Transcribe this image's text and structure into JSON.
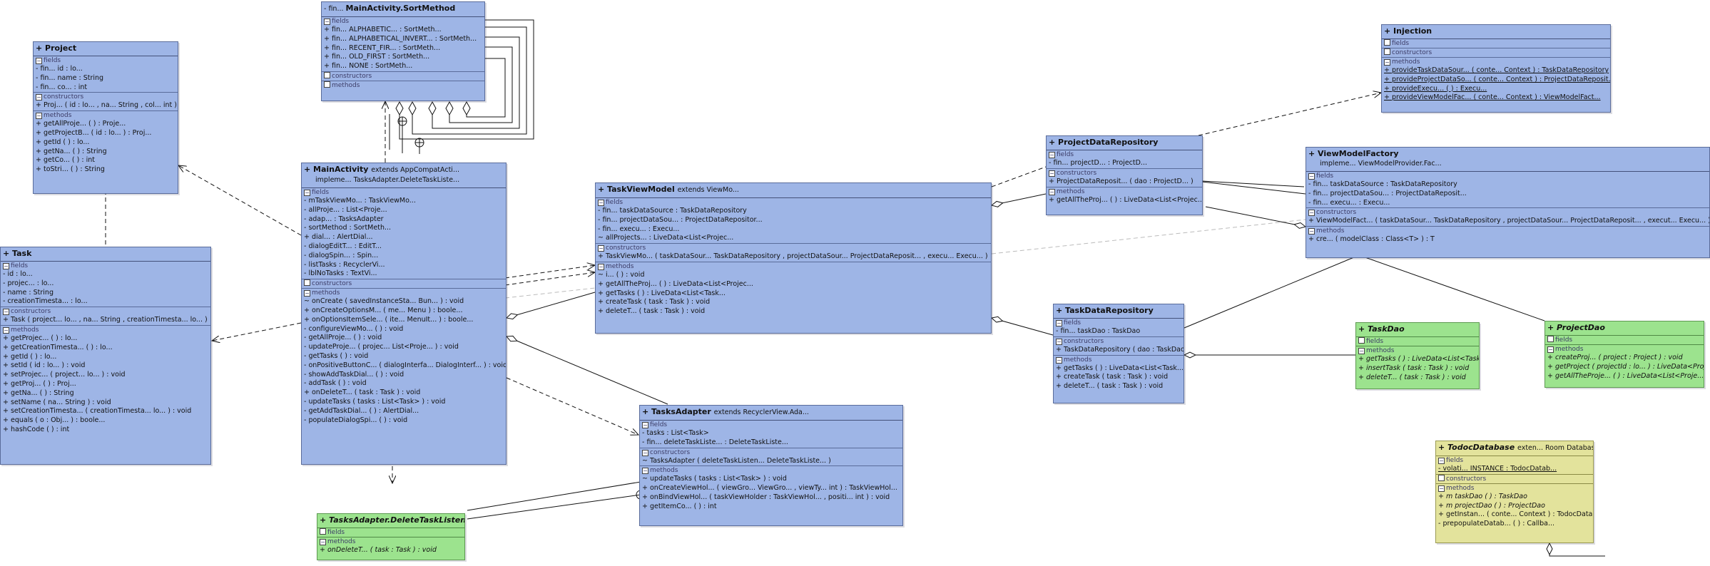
{
  "diagram": {
    "classes": [
      {
        "id": "project",
        "title": "Project",
        "ext": "",
        "sections": [
          {
            "label": "fields",
            "rows": [
              "- fin...    id : lo...",
              "- fin...    name : String",
              "- fin...    co... : int"
            ]
          },
          {
            "label": "constructors",
            "rows": [
              "+   Proj... ( id : lo...  ,  na...  String ,  col...  int )"
            ]
          },
          {
            "label": "methods",
            "rows": [
              "+   getAllProje... ( ) : Proje...",
              "+   getProjectB... ( id : lo... ) : Proj...",
              "+   getId ( ) : lo...",
              "+   getNa... ( ) : String",
              "+   getCo... ( ) : int",
              "+   toStri... ( ) : String"
            ]
          }
        ]
      },
      {
        "id": "task",
        "title": "Task",
        "ext": "",
        "sections": [
          {
            "label": "fields",
            "rows": [
              "- id : lo...",
              "- projec... : lo...",
              "- name : String",
              "- creationTimesta... : lo..."
            ]
          },
          {
            "label": "constructors",
            "rows": [
              "+ Task ( project...  lo... ,  na...  String ,  creationTimesta...  lo... )"
            ]
          },
          {
            "label": "methods",
            "rows": [
              "+ getProjec... ( ) : lo...",
              "+ getCreationTimesta... ( ) : lo...",
              "+ getId ( ) : lo...",
              "+ setId ( id : lo... ) : void",
              "+ setProjec... ( project...  lo... ) : void",
              "+ getProj... ( ) : Proj...",
              "+ getNa... ( ) : String",
              "+ setName ( na...  String ) : void",
              "+ setCreationTimesta... ( creationTimesta...  lo... ) : void",
              "+ equals ( o : Obj... ) : boole...",
              "+ hashCode ( ) : int"
            ]
          }
        ]
      },
      {
        "id": "sortmethod",
        "title": "MainActivity.SortMethod",
        "prefix": "- fin...",
        "sections": [
          {
            "label": "fields",
            "rows": [
              "+ fin...    ALPHABETIC...  : SortMeth...",
              "+ fin...    ALPHABETICAL_INVERT... : SortMeth...",
              "+ fin...    RECENT_FIR... : SortMeth...",
              "+ fin...    OLD_FIRST : SortMeth...",
              "+ fin...    NONE : SortMeth..."
            ]
          },
          {
            "label": "constructors",
            "rows": []
          },
          {
            "label": "methods",
            "rows": []
          }
        ]
      },
      {
        "id": "mainactivity",
        "title": "MainActivity",
        "ext": "extends  AppCompatActi...",
        "sub": "impleme...       TasksAdapter.DeleteTaskListe...",
        "sections": [
          {
            "label": "fields",
            "rows": [
              "- mTaskViewMo... : TaskViewMo...",
              "- allProje... : List<Proje...",
              "- adap... : TasksAdapter",
              "- sortMethod : SortMeth...",
              "+ dial... : AlertDial...",
              "- dialogEditT... : EditT...",
              "- dialogSpin... : Spin...",
              "- listTasks : RecyclerVi...",
              "- lblNoTasks : TextVi..."
            ]
          },
          {
            "label": "constructors",
            "rows": []
          },
          {
            "label": "methods",
            "rows": [
              "~  onCreate ( savedInstanceSta...   Bun... ) : void",
              "+  onCreateOptionsM... ( me...   Menu ) : boole...",
              "+  onOptionsItemSele... ( ite...   MenuIt... ) : boole...",
              "-  configureViewMo... ( ) : void",
              "-  getAllProje... ( ) : void",
              "-  updateProje... ( projec...  List<Proje... ) : void",
              "-  getTasks ( ) : void",
              "-  onPositiveButtonC... ( dialogInterfa...  DialogInterf... ) : void",
              "-  showAddTaskDial... ( ) : void",
              "-  addTask ( ) : void",
              "+  onDeleteT... ( task : Task ) : void",
              "-  updateTasks ( tasks : List<Task> ) : void",
              "-  getAddTaskDial... ( ) : AlertDial...",
              "-  populateDialogSpi... ( ) : void"
            ]
          }
        ]
      },
      {
        "id": "tasksadapterlistener",
        "title": "TasksAdapter.DeleteTaskListen...",
        "italic": true,
        "sections": [
          {
            "label": "fields",
            "rows": []
          },
          {
            "label": "methods",
            "rows": [
              "+  onDeleteT... ( task : Task ) : void"
            ],
            "italic": true
          }
        ]
      },
      {
        "id": "taskviewmodel",
        "title": "TaskViewModel",
        "ext": "extends  ViewMo...",
        "sections": [
          {
            "label": "fields",
            "rows": [
              "- fin...    taskDataSource : TaskDataRepository",
              "- fin...    projectDataSou... : ProjectDataRepositor...",
              "- fin...    execu... : Execu...",
              "~   allProjects... : LiveData<List<Projec..."
            ]
          },
          {
            "label": "constructors",
            "rows": [
              "+   TaskViewMo... ( taskDataSour...  TaskDataRepository , projectDataSour...  ProjectDataReposit... ,  execu...  Execu... )"
            ]
          },
          {
            "label": "methods",
            "rows": [
              "~   i... ( ) : void",
              "+   getAllTheProj... ( ) : LiveData<List<Projec...",
              "+   getTasks ( ) : LiveData<List<Task...",
              "+   createTask ( task : Task ) : void",
              "+   deleteT... ( task : Task ) : void"
            ]
          }
        ]
      },
      {
        "id": "tasksadapter",
        "title": "TasksAdapter",
        "ext": "extends  RecyclerView.Ada...",
        "sections": [
          {
            "label": "fields",
            "rows": [
              "-   tasks : List<Task>",
              "- fin...    deleteTaskListe... : DeleteTaskListe..."
            ]
          },
          {
            "label": "constructors",
            "rows": [
              "~   TasksAdapter ( deleteTaskListen...  DeleteTaskListe... )"
            ]
          },
          {
            "label": "methods",
            "rows": [
              "~   updateTasks ( tasks : List<Task> ) : void",
              "+   onCreateViewHol... ( viewGro...   ViewGro... ,  viewTy...   int ) : TaskViewHol...",
              "+   onBindViewHol... ( taskViewHolder : TaskViewHol... ,  positi...   int ) : void",
              "+   getItemCo... ( ) : int"
            ]
          }
        ]
      },
      {
        "id": "projectrepo",
        "title": "ProjectDataRepository",
        "sections": [
          {
            "label": "fields",
            "rows": [
              "- fin...    projectD... : ProjectD..."
            ]
          },
          {
            "label": "constructors",
            "rows": [
              "+   ProjectDataReposit... ( dao : ProjectD... )"
            ]
          },
          {
            "label": "methods",
            "rows": [
              "+   getAllTheProj... ( ) : LiveData<List<Projec..."
            ]
          }
        ]
      },
      {
        "id": "taskrepo",
        "title": "TaskDataRepository",
        "sections": [
          {
            "label": "fields",
            "rows": [
              "- fin...    taskDao : TaskDao"
            ]
          },
          {
            "label": "constructors",
            "rows": [
              "+   TaskDataRepository ( dao : TaskDao )"
            ]
          },
          {
            "label": "methods",
            "rows": [
              "+   getTasks ( ) : LiveData<List<Task...",
              "+   createTask ( task : Task ) : void",
              "+   deleteT... ( task : Task ) : void"
            ]
          }
        ]
      },
      {
        "id": "injection",
        "title": "Injection",
        "sections": [
          {
            "label": "fields",
            "rows": []
          },
          {
            "label": "constructors",
            "rows": []
          },
          {
            "label": "methods",
            "rows": [
              "+   provideTaskDataSour... ( conte...  Context ) : TaskDataRepository",
              "+   provideProjectDataSo... ( conte...  Context ) : ProjectDataReposit...",
              "+   provideExecu... ( ) : Execu...",
              "+   provideViewModelFac... ( conte...  Context ) : ViewModelFact..."
            ],
            "underline": true
          }
        ]
      },
      {
        "id": "viewmodelfactory",
        "title": "ViewModelFactory",
        "sub": "impleme...       ViewModelProvider.Fac...",
        "sections": [
          {
            "label": "fields",
            "rows": [
              "- fin...    taskDataSource : TaskDataRepository",
              "- fin...    projectDataSou... : ProjectDataReposit...",
              "- fin...    execu... : Execu..."
            ]
          },
          {
            "label": "constructors",
            "rows": [
              "+   ViewModelFact... ( taskDataSour...  TaskDataRepository , projectDataSour...  ProjectDataReposit... ,  execut...  Execu... )"
            ]
          },
          {
            "label": "methods",
            "rows": [
              "+   cre... ( modelClass : Class<T> ) : T"
            ]
          }
        ]
      },
      {
        "id": "taskdao",
        "title": "TaskDao",
        "italic": true,
        "sections": [
          {
            "label": "fields",
            "rows": []
          },
          {
            "label": "methods",
            "rows": [
              "+   getTasks ( ) : LiveData<List<Task...",
              "+   insertTask ( task : Task ) : void",
              "+   deleteT... ( task : Task ) : void"
            ],
            "italic": true
          }
        ]
      },
      {
        "id": "projectdao",
        "title": "ProjectDao",
        "italic": true,
        "sections": [
          {
            "label": "fields",
            "rows": []
          },
          {
            "label": "methods",
            "rows": [
              "+   createProj... ( project : Project ) : void",
              "+   getProject ( projectId : lo... ) : LiveData<Proje...",
              "+   getAllTheProje... ( ) : LiveData<List<Proje..."
            ],
            "italic": true
          }
        ]
      },
      {
        "id": "tododatabase",
        "title": "TodocDatabase",
        "ext": "exten...   Room Database",
        "italic": true,
        "sections": [
          {
            "label": "fields",
            "rows": [
              "- volati...    INSTANCE : TodocDatab..."
            ],
            "underline": true
          },
          {
            "label": "constructors",
            "rows": []
          },
          {
            "label": "methods",
            "rows": [
              "+  m taskDao ( ) : TaskDao",
              "+  m projectDao ( ) : ProjectDao",
              "+   getInstan... ( conte...  Context ) : TodocDatab...",
              "-   prepopulateDatab... ( ) : Callba..."
            ],
            "italicFirst": 2
          }
        ]
      }
    ]
  },
  "colors": {
    "class_fill": "#9eb5e6",
    "interface_fill": "#9ce38e",
    "abstract_fill": "#e3e39c",
    "edge": "#111111"
  }
}
